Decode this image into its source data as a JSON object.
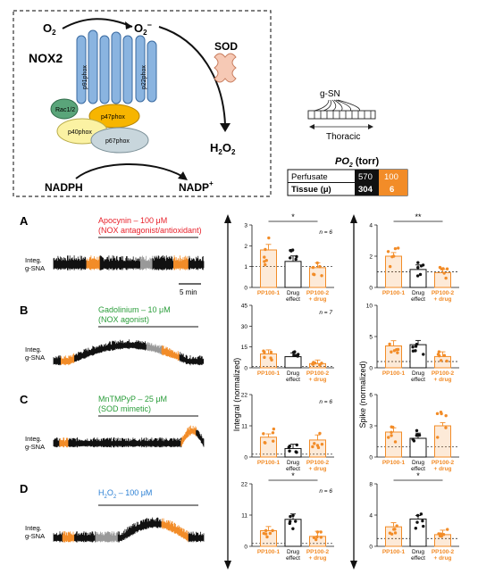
{
  "schematic": {
    "o2": "O",
    "o2_sub": "2",
    "o2r": "O",
    "o2r_sub": "2",
    "o2r_sup": "−",
    "nox2": "NOX2",
    "sod": "SOD",
    "h2o2": "H",
    "h2o2_s1": "2",
    "h2o2_o": "O",
    "h2o2_s2": "2",
    "nadph": "NADPH",
    "nadp": "NADP",
    "nadp_sup": "+",
    "p91": "p91phox",
    "p22": "p22phox",
    "rac": "Rac1/2",
    "p47": "p47phox",
    "p40": "p40phox",
    "p67": "p67phox"
  },
  "gsn": {
    "label": "g-SN",
    "thoracic": "Thoracic"
  },
  "po2": {
    "title_main": "PO",
    "title_sub": "2",
    "title_unit": " (torr)",
    "row1_label": "Perfusate",
    "row1_black": "570",
    "row1_orange": "100",
    "row2_label": "Tissue (μ)",
    "row2_black": "304",
    "row2_orange": "6"
  },
  "colors": {
    "orange": "#f28c28",
    "gray": "#999999",
    "red": "#e8202a",
    "green": "#2a9d3a",
    "blue": "#2a7fd4",
    "membrane": "#8ab4e0"
  },
  "panels": [
    {
      "letter": "A",
      "drug_line1": "Apocynin – 100 μM",
      "drug_line2": "(NOX antagonist/antioxidant)",
      "color": "#e8202a",
      "scalebar": "5 min",
      "n": "n = 6"
    },
    {
      "letter": "B",
      "drug_line1": "Gadolinium – 10 μM",
      "drug_line2": "(NOX agonist)",
      "color": "#2a9d3a",
      "scalebar": "",
      "n": "n = 7"
    },
    {
      "letter": "C",
      "drug_line1": "MnTMPyP – 25 μM",
      "drug_line2": "(SOD mimetic)",
      "color": "#2a9d3a",
      "scalebar": "",
      "n": "n = 6"
    },
    {
      "letter": "D",
      "drug_line1": "H",
      "drug_line1b": "2",
      "drug_line1c": "O",
      "drug_line1d": "2",
      "drug_line1e": " – 100 μM",
      "drug_line2": "",
      "color": "#2a7fd4",
      "scalebar": "",
      "n": "n = 6"
    }
  ],
  "trace_label_1": "Integ.",
  "trace_label_2": "g-SNA",
  "integral_axis_label": "Integral (normalized)",
  "spike_axis_label": "Spike (normalized)",
  "group_labels": {
    "g1": "PP100-1",
    "g2a": "Drug",
    "g2b": "effect",
    "g3a": "PP100-2",
    "g3b": "+ drug"
  },
  "chart_data": [
    {
      "type": "bar",
      "panel": "A",
      "metric": "Integral",
      "categories": [
        "PP100-1",
        "Drug effect",
        "PP100-2 + drug"
      ],
      "values": [
        1.8,
        1.25,
        0.95
      ],
      "ylim": [
        0,
        3
      ],
      "ticks": [
        0,
        1,
        2,
        3
      ],
      "significance": "*"
    },
    {
      "type": "bar",
      "panel": "A",
      "metric": "Spike",
      "categories": [
        "PP100-1",
        "Drug effect",
        "PP100-2 + drug"
      ],
      "values": [
        2.0,
        1.15,
        0.95
      ],
      "ylim": [
        0,
        4
      ],
      "ticks": [
        0,
        2,
        4
      ],
      "significance": "**"
    },
    {
      "type": "bar",
      "panel": "B",
      "metric": "Integral",
      "categories": [
        "PP100-1",
        "Drug effect",
        "PP100-2 + drug"
      ],
      "values": [
        10,
        8,
        3
      ],
      "ylim": [
        0,
        45
      ],
      "ticks": [
        0,
        15,
        30,
        45
      ],
      "significance": ""
    },
    {
      "type": "bar",
      "panel": "B",
      "metric": "Spike",
      "categories": [
        "PP100-1",
        "Drug effect",
        "PP100-2 + drug"
      ],
      "values": [
        3.5,
        3.7,
        1.8
      ],
      "ylim": [
        0,
        10
      ],
      "ticks": [
        0,
        5,
        10
      ],
      "significance": ""
    },
    {
      "type": "bar",
      "panel": "C",
      "metric": "Integral",
      "categories": [
        "PP100-1",
        "Drug effect",
        "PP100-2 + drug"
      ],
      "values": [
        7,
        3,
        6
      ],
      "ylim": [
        0,
        22
      ],
      "ticks": [
        0,
        11,
        22
      ],
      "significance": ""
    },
    {
      "type": "bar",
      "panel": "C",
      "metric": "Spike",
      "categories": [
        "PP100-1",
        "Drug effect",
        "PP100-2 + drug"
      ],
      "values": [
        2.4,
        1.8,
        3.0
      ],
      "ylim": [
        0,
        6
      ],
      "ticks": [
        0,
        3,
        6
      ],
      "significance": ""
    },
    {
      "type": "bar",
      "panel": "D",
      "metric": "Integral",
      "categories": [
        "PP100-1",
        "Drug effect",
        "PP100-2 + drug"
      ],
      "values": [
        5.5,
        9.5,
        3.5
      ],
      "ylim": [
        0,
        22
      ],
      "ticks": [
        0,
        11,
        22
      ],
      "significance": "*"
    },
    {
      "type": "bar",
      "panel": "D",
      "metric": "Spike",
      "categories": [
        "PP100-1",
        "Drug effect",
        "PP100-2 + drug"
      ],
      "values": [
        2.5,
        3.5,
        1.5
      ],
      "ylim": [
        0,
        8
      ],
      "ticks": [
        0,
        4,
        8
      ],
      "significance": "*"
    }
  ]
}
